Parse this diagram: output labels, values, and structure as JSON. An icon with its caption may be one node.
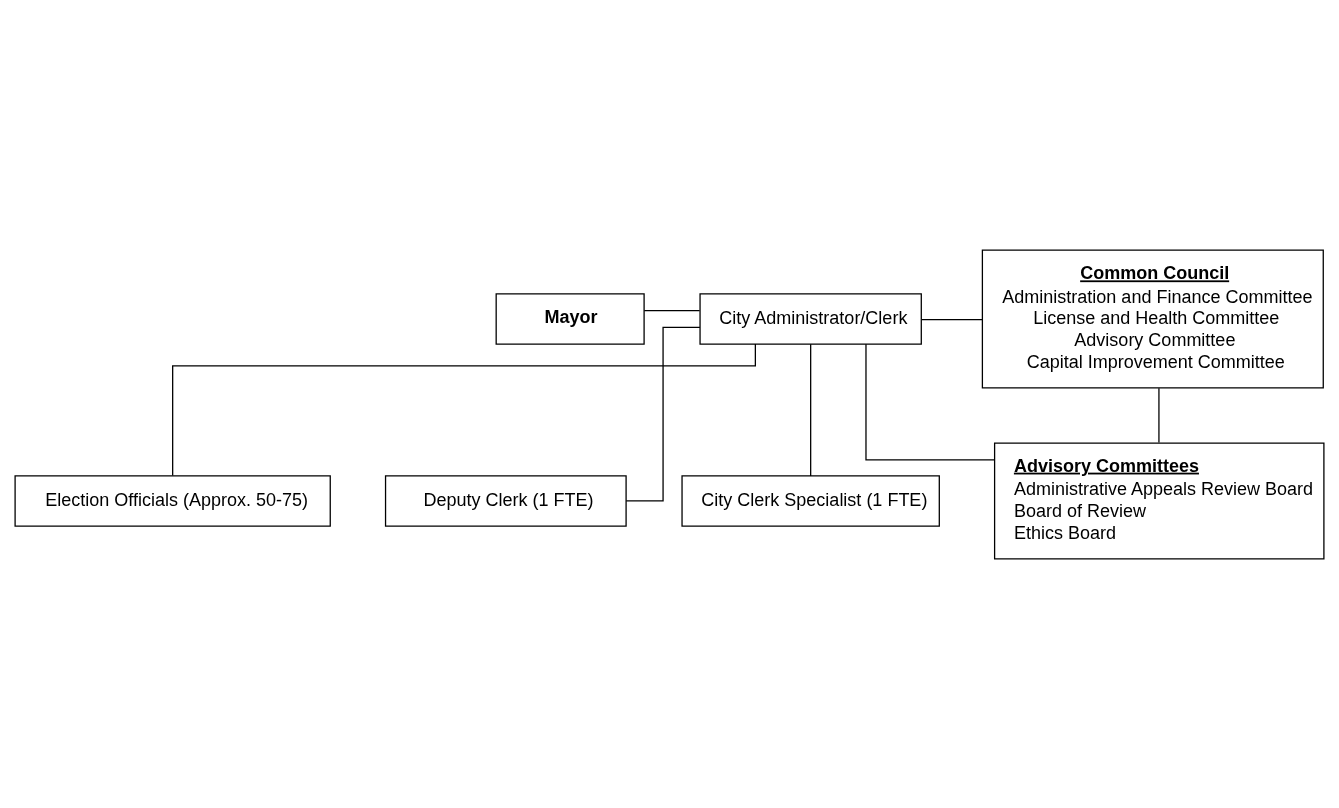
{
  "diagram": {
    "nodes": [
      {
        "text": [
          "Mayor"
        ]
      },
      {
        "text": [
          "City Administrator/Clerk"
        ]
      },
      {
        "text": [
          "Common Council",
          "Administration and Finance Committee",
          "License and Health Committee",
          "Advisory Committee",
          "Capital Improvement Committee"
        ]
      },
      {
        "text": [
          "Advisory Committees",
          "Administrative Appeals Review Board",
          "Board of Review",
          "Ethics Board"
        ]
      },
      {
        "text": [
          "Election Officials (Approx. 50-75)"
        ]
      },
      {
        "text": [
          "Deputy Clerk (1 FTE)"
        ]
      },
      {
        "text": [
          "City Clerk Specialist (1 FTE)"
        ]
      }
    ],
    "edges": [
      {
        "from": 0,
        "to": 1,
        "arrow": "none"
      },
      {
        "from": 1,
        "to": 2,
        "arrow": "none"
      },
      {
        "from": 2,
        "to": 3,
        "arrow": "none"
      },
      {
        "from": 1,
        "to": 3,
        "arrow": "none"
      },
      {
        "from": 1,
        "to": 4,
        "arrow": "none"
      },
      {
        "from": 1,
        "to": 5,
        "arrow": "none"
      },
      {
        "from": 1,
        "to": 6,
        "arrow": "none"
      }
    ]
  }
}
